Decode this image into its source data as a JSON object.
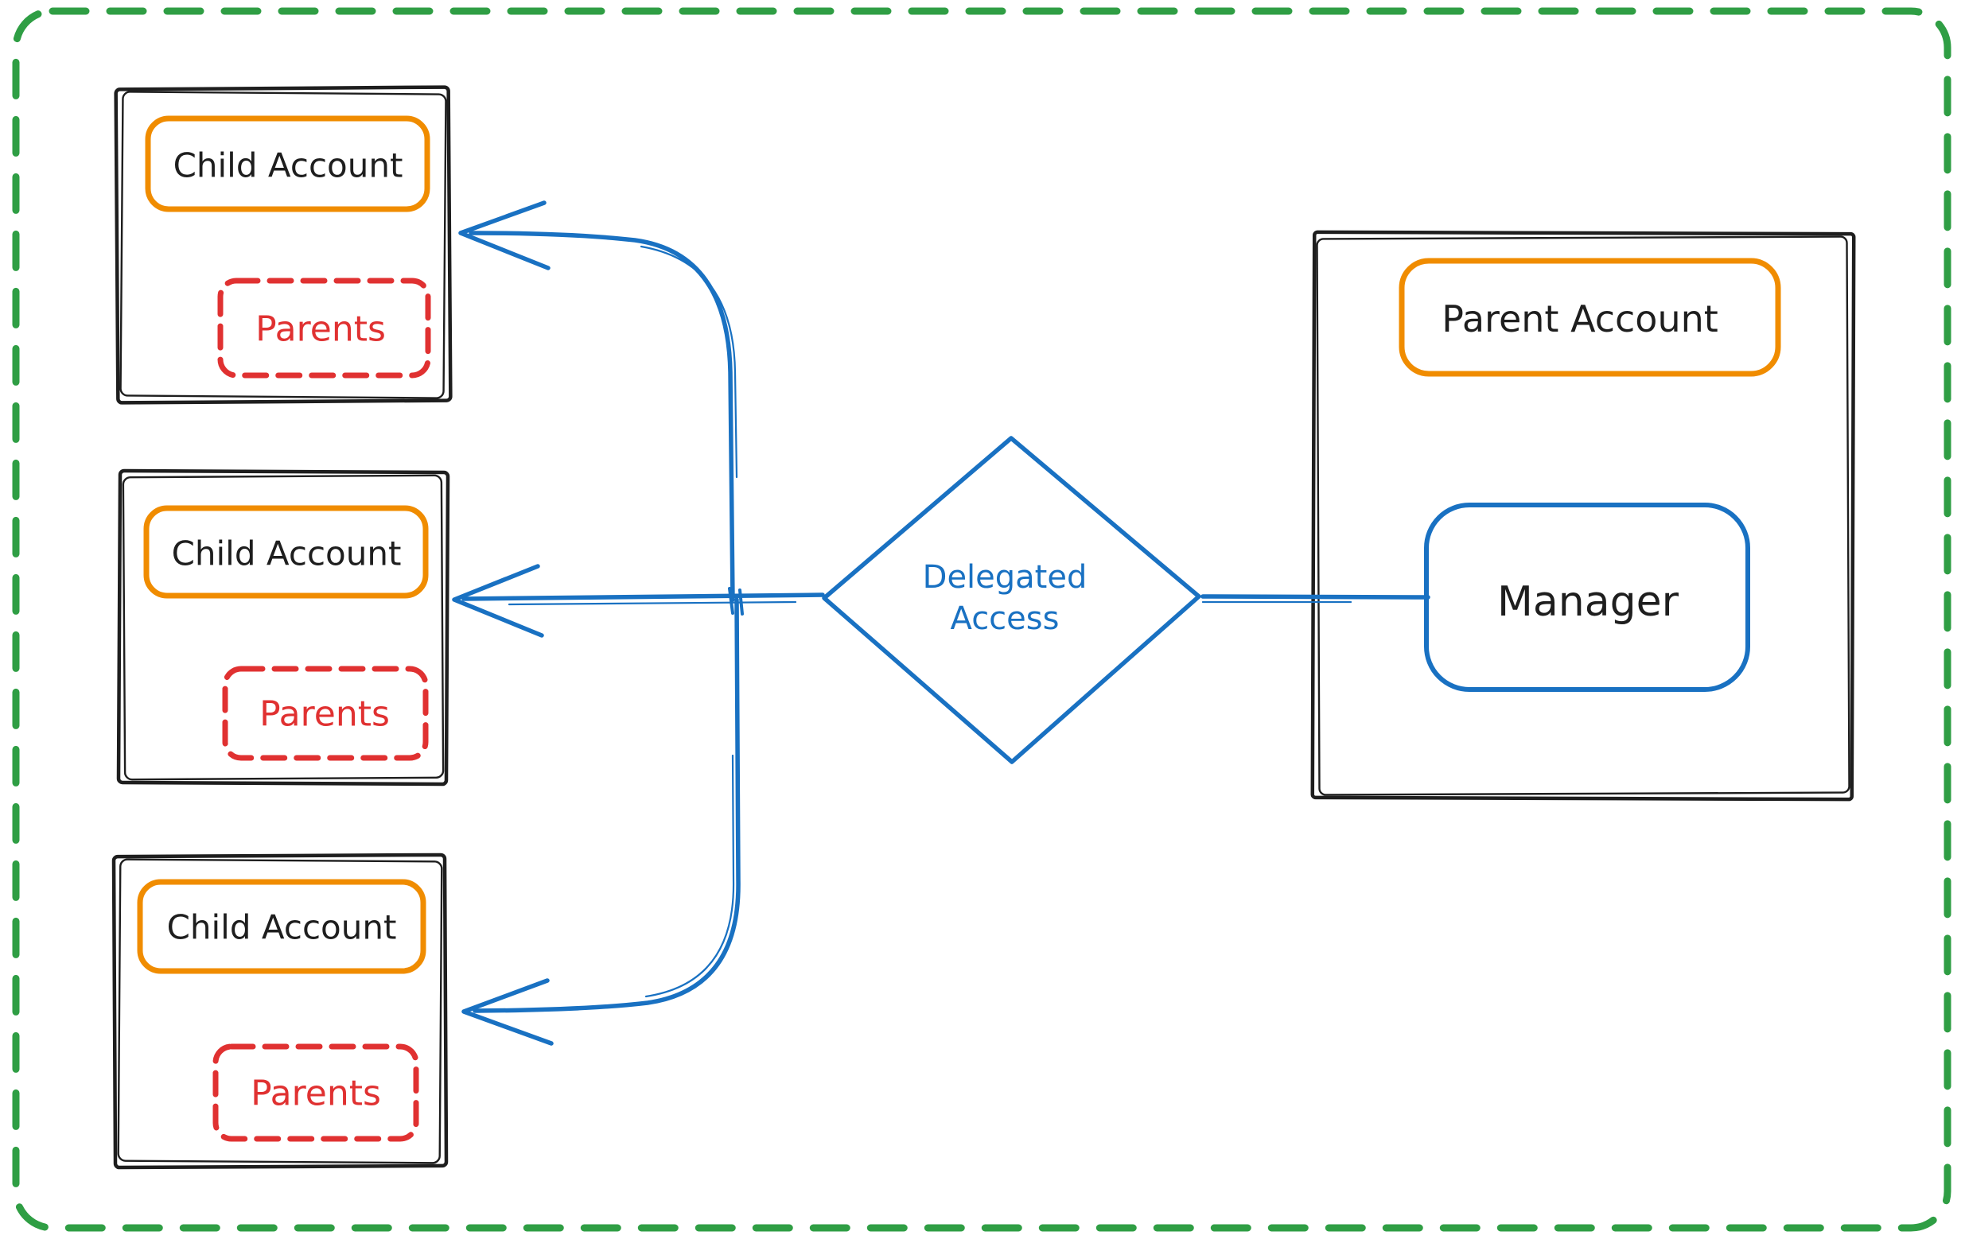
{
  "theme": {
    "background": "#ffffff",
    "ink": "#1e1e1e",
    "green": "#2f9e44",
    "orange": "#f08c00",
    "orangeHatch": "#ffd43b",
    "red": "#e03131",
    "redHatch": "#ffc9c9",
    "blue": "#1971c2",
    "blueHatch": "#a5d8ff"
  },
  "nodes": {
    "children": [
      {
        "title": "Child Account",
        "subgroup": "Parents"
      },
      {
        "title": "Child Account",
        "subgroup": "Parents"
      },
      {
        "title": "Child Account",
        "subgroup": "Parents"
      }
    ],
    "parent": {
      "title": "Parent Account",
      "member": "Manager"
    },
    "decision": {
      "label": "Delegated Access",
      "lines": [
        "Delegated",
        "Access"
      ]
    }
  }
}
